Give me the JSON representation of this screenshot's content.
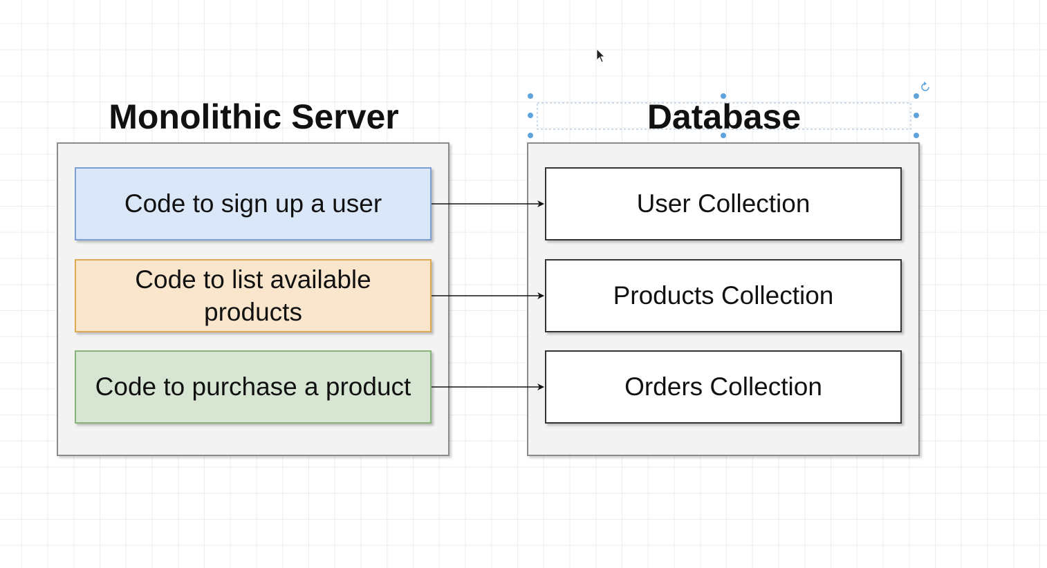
{
  "diagram": {
    "monolith": {
      "title": "Monolithic Server",
      "items": [
        {
          "label": "Code to sign up a user"
        },
        {
          "label": "Code to list available products"
        },
        {
          "label": "Code to purchase a product"
        }
      ]
    },
    "database": {
      "title": "Database",
      "items": [
        {
          "label": "User Collection"
        },
        {
          "label": "Products Collection"
        },
        {
          "label": "Orders Collection"
        }
      ]
    }
  },
  "colors": {
    "signup": "#dae7f8",
    "list": "#fae5cd",
    "purchase": "#d6e6d2",
    "selection_handle": "#5ea3dc"
  },
  "icons": [
    "mouse-cursor-icon",
    "rotate-handle-icon"
  ]
}
